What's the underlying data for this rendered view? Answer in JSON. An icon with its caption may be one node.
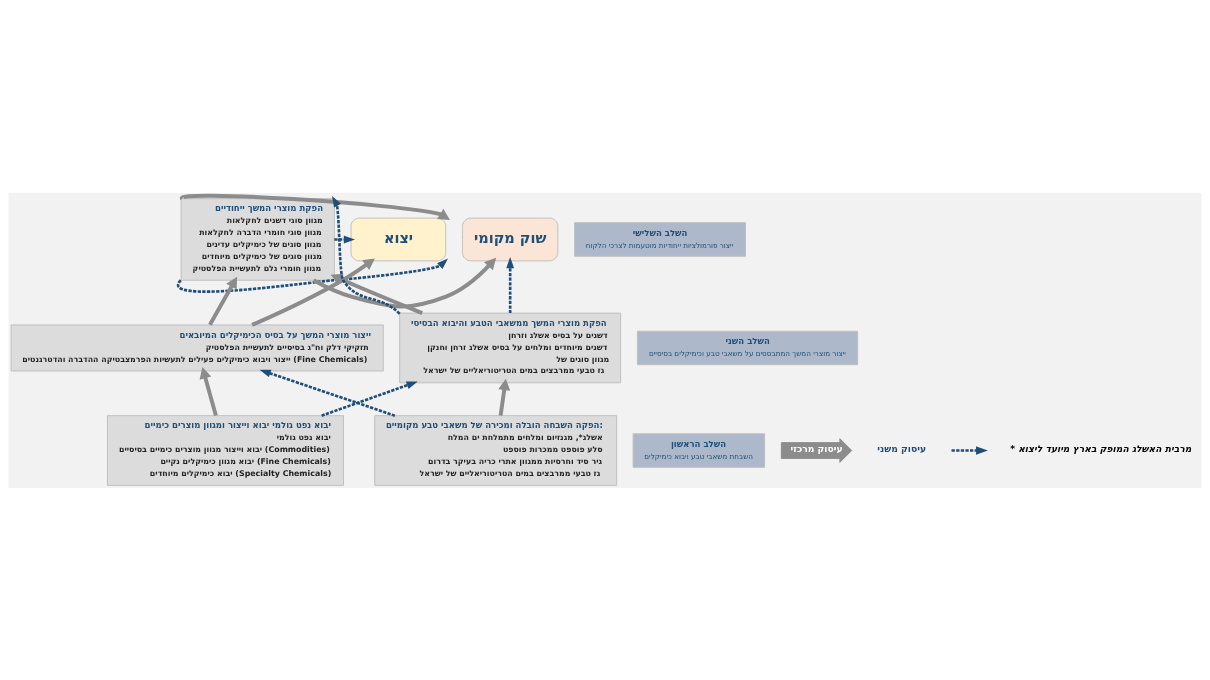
{
  "diagram": {
    "nodes": [
      {
        "text": [
          "יצוא"
        ]
      },
      {
        "text": [
          "הפקת מוצרי המשך ייחודיים",
          "מגוון סוגי דשנים לחקלאות",
          "מגוון סוגי חומרי הדברה לחקלאות",
          "מגוון סוגים של כימיקלים עדינים",
          "מגוון סוגים של כימיקלים מיוחדים",
          "מגוון חומרי גלם לתעשיית הפלסטיק"
        ]
      },
      {
        "text": [
          "שוק מקומי"
        ]
      },
      {
        "text": [
          "השלב השלישי",
          "ייצור פורמולציות ייחודיות מוטעמות לצרכי הלקוח"
        ]
      },
      {
        "text": [
          "ייצור מוצרי המשך על בסיס הכימיקלים המיובאים",
          "תזקיקי דלק וח\"ג בסיסיים לתעשיית הפלסטיק",
          "ייצור ויבוא כימיקלים פעילים לתעשיות הפרמצבטיקה ההדברה והדטרגנטים (Fine Chemicals)"
        ]
      },
      {
        "text": [
          "הפקת מוצרי המשך ממשאבי הטבע והיבוא הבסיסי",
          "דשנים על בסיס אשלג וזרחן",
          "דשנים מיוחדים ומלחים על בסיס אשלג זרחן וחנקן",
          "מגוון סוגים של",
          "גז טבעי ממרבצים במים הטריטוריאליים של ישראל"
        ]
      },
      {
        "text": [
          "השלב השני",
          "ייצור מוצרי המשך המתבססים על משאבי טבע וכימיקלים בסיסיים"
        ]
      },
      {
        "text": [
          "יבוא נפט גולמי יבוא וייצור ומגוון מוצרים כימיים",
          "יבוא נפט גולמי",
          "יבוא וייצור מגוון מוצרים כימיים בסיסיים (Commodities)",
          "יבוא מגוון כימיקלים נקיים (Fine Chemicals)",
          "יבוא כימיקלים מיוחדים (Specialty Chemicals)"
        ]
      },
      {
        "text": [
          "הפקה השבחה הובלה ומכירה של משאבי טבע מקומיים:",
          "אשלג*, מגנזיום ומלחים מתמלחת ים המלח",
          "סלע פוספט ממכרות פוספט",
          "גיר סיד וחרסיות ממגוון אתרי כריה בעיקר בדרום",
          "גז טבעי ממרבצים במים הטריטוריאליים של ישראל"
        ]
      },
      {
        "text": [
          "השלב הראשון",
          "השבחת משאבי טבע ויבוא כימיקלים"
        ]
      }
    ],
    "edges": [
      {
        "from": 1,
        "to": 0,
        "arrow": "to",
        "style": "dashed",
        "color": "#1f4e79"
      },
      {
        "from": 1,
        "to": 0,
        "arrow": "to",
        "style": "dashed",
        "color": "#1f4e79"
      },
      {
        "from": 1,
        "to": 0,
        "arrow": "to"
      },
      {
        "from": 1,
        "to": 2,
        "arrow": "to"
      },
      {
        "from": 4,
        "to": 0,
        "arrow": "to"
      },
      {
        "from": 4,
        "to": 1,
        "arrow": "to"
      },
      {
        "from": 5,
        "to": 1,
        "arrow": "to"
      },
      {
        "from": 5,
        "to": 1,
        "arrow": "to",
        "style": "dashed",
        "color": "#1f4e79"
      },
      {
        "from": 5,
        "to": 2,
        "arrow": "to",
        "style": "dashed",
        "color": "#1f4e79"
      },
      {
        "from": 7,
        "to": 4,
        "arrow": "to"
      },
      {
        "from": 8,
        "to": 5,
        "arrow": "to"
      },
      {
        "from": 8,
        "to": 4,
        "arrow": "to",
        "style": "dashed",
        "color": "#1f4e79"
      },
      {
        "from": 7,
        "to": 5,
        "arrow": "to",
        "style": "dashed",
        "color": "#1f4e79"
      }
    ],
    "labels": [
      "* מרבית האשלג המופק בארץ מיועד ליצוא"
    ],
    "legend": [
      {
        "text": "עיסוק משני"
      },
      {
        "text": "עיסוק מרכזי"
      }
    ]
  }
}
